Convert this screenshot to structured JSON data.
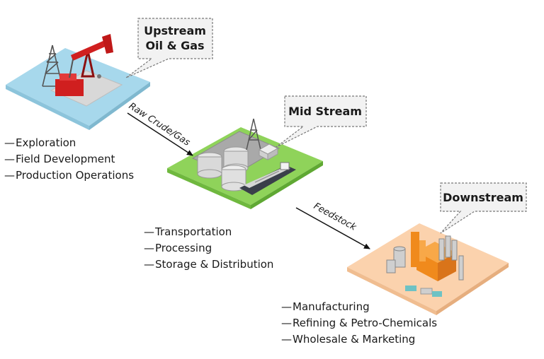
{
  "stages": [
    {
      "id": "upstream",
      "title_lines": [
        "Upstream",
        "Oil & Gas"
      ],
      "tile_color": "#a7d8ec",
      "activities": [
        "Exploration",
        "Field Development",
        "Production Operations"
      ]
    },
    {
      "id": "midstream",
      "title_lines": [
        "Mid Stream"
      ],
      "tile_color": "#8fd35a",
      "activities": [
        "Transportation",
        "Processing",
        "Storage & Distribution"
      ]
    },
    {
      "id": "downstream",
      "title_lines": [
        "Downstream"
      ],
      "tile_color": "#fbd2ad",
      "activities": [
        "Manufacturing",
        "Refining & Petro-Chemicals",
        "Wholesale & Marketing"
      ]
    }
  ],
  "flows": [
    {
      "label": "Raw Crude/Gas",
      "from": "upstream",
      "to": "midstream"
    },
    {
      "label": "Feedstock",
      "from": "midstream",
      "to": "downstream"
    }
  ],
  "accent_colors": {
    "pumpjack": "#d01f1f",
    "refinery_building": "#f08a1c"
  }
}
